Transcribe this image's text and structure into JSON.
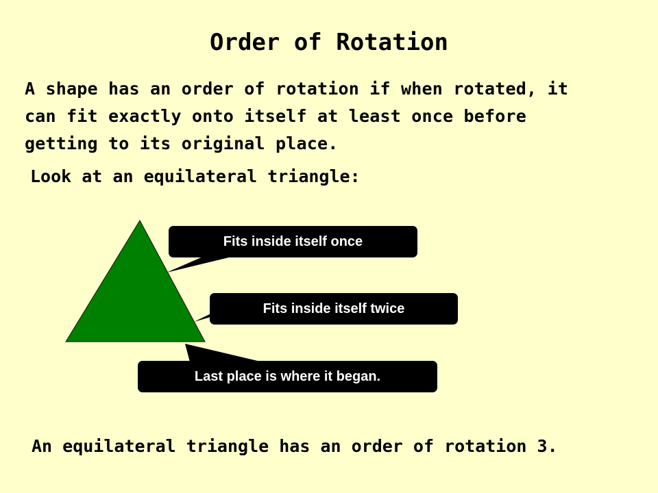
{
  "title": "Order of Rotation",
  "definition": {
    "line1": "A shape has an order of rotation if when rotated, it",
    "line2": "can fit exactly onto itself at least once before",
    "line3": "getting to its original place."
  },
  "prompt": "Look at an equilateral triangle:",
  "callouts": {
    "first": "Fits inside itself once",
    "second": "Fits inside itself twice",
    "third": "Last place is where it began."
  },
  "conclusion": "An equilateral triangle has an order of rotation 3.",
  "colors": {
    "background": "#ffffcc",
    "triangle": "#008000",
    "callout": "#000000",
    "callout_text": "#ffffff"
  }
}
